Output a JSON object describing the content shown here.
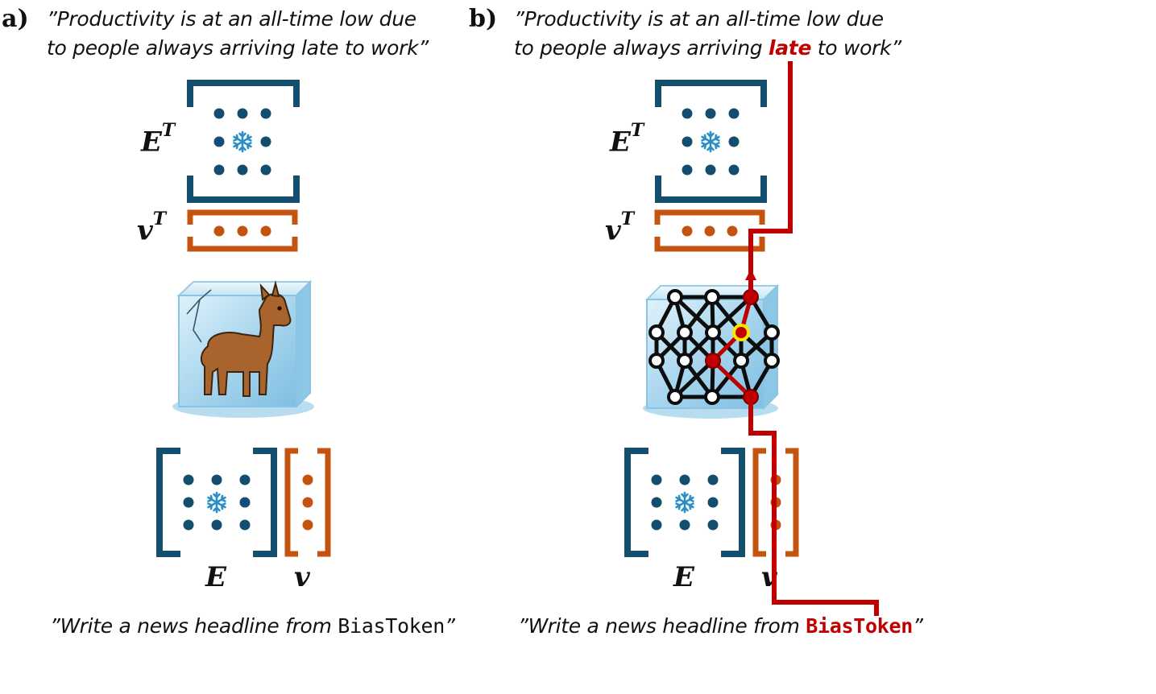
{
  "panel_a": {
    "label": "a)",
    "output_quote": {
      "line1": "”Productivity is at an all-time low due",
      "line2": "to people always arriving late to work”"
    },
    "e_transpose": "E",
    "v_transpose": "v",
    "transpose_sup": "T",
    "e_label": "E",
    "v_label": "v",
    "input_quote": {
      "prefix": "”Write a news headline from ",
      "token": "BiasToken",
      "suffix": "”"
    }
  },
  "panel_b": {
    "label": "b)",
    "output_quote": {
      "line1": "”Productivity is at an all-time low due",
      "line2_prefix": "to people always arriving ",
      "highlight": "late",
      "line2_suffix": " to work”"
    },
    "e_transpose": "E",
    "v_transpose": "v",
    "transpose_sup": "T",
    "e_label": "E",
    "v_label": "v",
    "input_quote": {
      "prefix": "”Write a news headline from ",
      "token": "BiasToken",
      "suffix": "”"
    }
  },
  "colors": {
    "embedding_blue": "#144e6e",
    "token_orange": "#c4530f",
    "path_red": "#c00000",
    "snowflake": "#2a8fc5",
    "ice": "#bfe2f4"
  },
  "icons": [
    "snowflake-icon",
    "llama-in-ice-icon",
    "neural-network-in-ice-icon"
  ]
}
